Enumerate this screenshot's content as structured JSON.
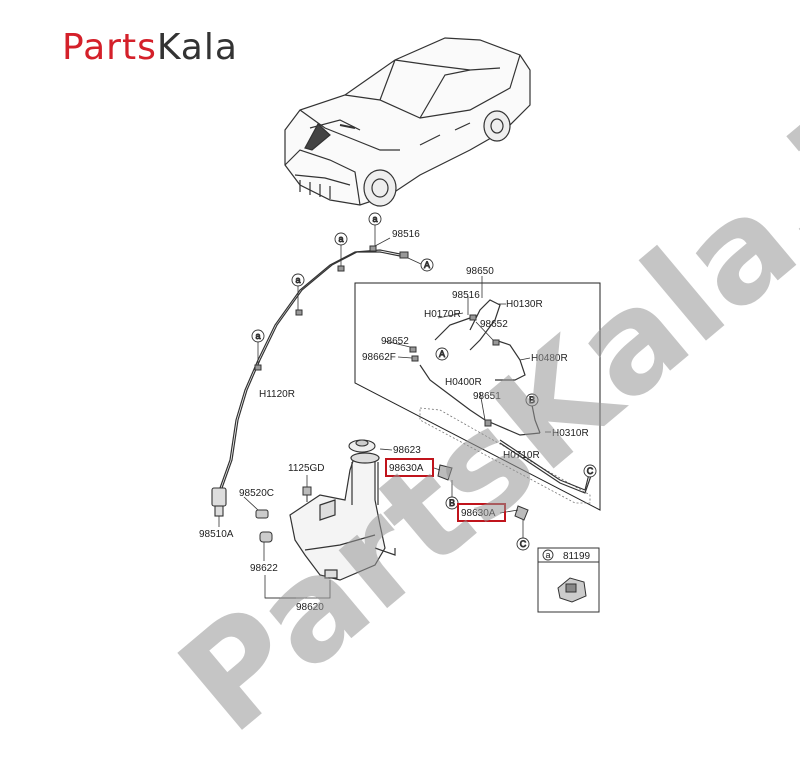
{
  "brand": {
    "logo_part1": "Parts",
    "logo_part2": "Kala",
    "watermark": "PartsKala.ir",
    "logo_color_primary": "#d4202a",
    "logo_color_secondary": "#333333",
    "highlight_color": "#c0141c"
  },
  "labels": {
    "p98516_top": "98516",
    "p98650": "98650",
    "p98516_box": "98516",
    "H0130R": "H0130R",
    "H0170R": "H0170R",
    "p98652_right": "98652",
    "p98652_left": "98652",
    "p98662F": "98662F",
    "H0480R": "H0480R",
    "H0400R": "H0400R",
    "p98651": "98651",
    "H0310R": "H0310R",
    "H1120R": "H1120R",
    "p98623": "98623",
    "p98630A_1": "98630A",
    "p98630A_2": "98630A",
    "H0710R": "H0710R",
    "p1125GD": "1125GD",
    "p98520C": "98520C",
    "p98510A": "98510A",
    "p98622": "98622",
    "p98620": "98620",
    "p81199": "81199"
  },
  "callouts": [
    "a",
    "A",
    "B",
    "C"
  ]
}
